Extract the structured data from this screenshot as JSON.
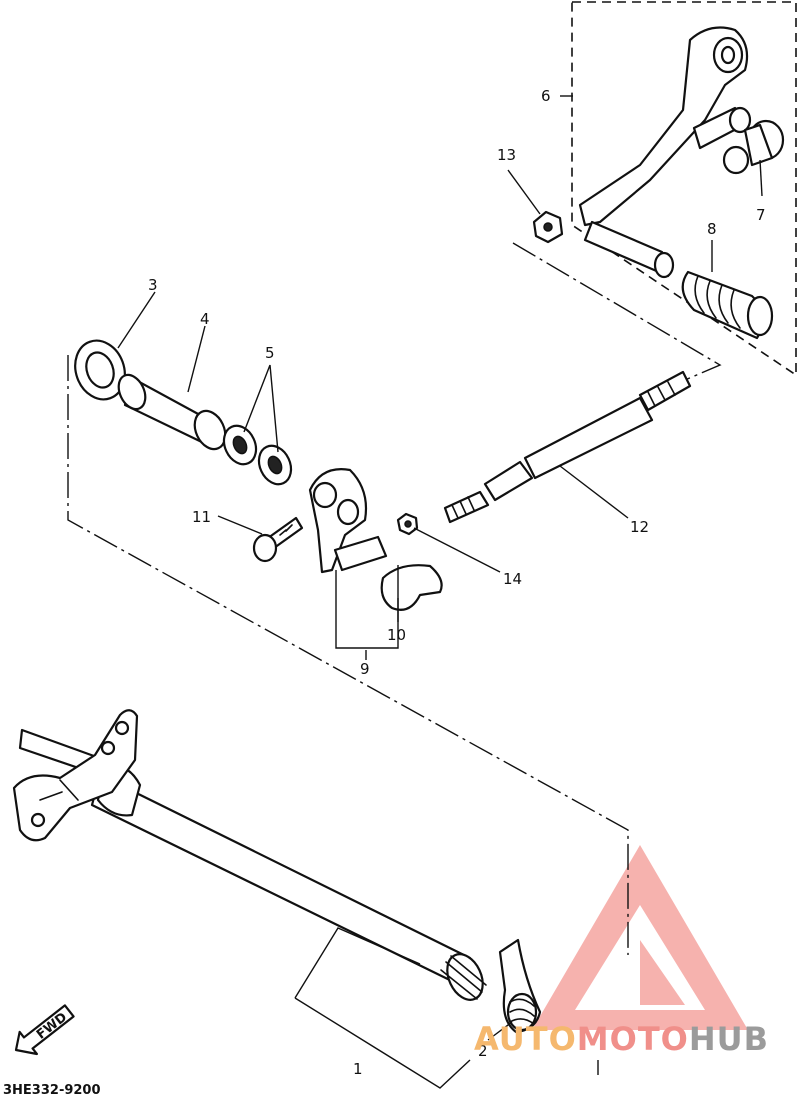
{
  "callouts": {
    "c1": "1",
    "c2": "2",
    "c3": "3",
    "c4": "4",
    "c5": "5",
    "c6": "6",
    "c7": "7",
    "c8": "8",
    "c9": "9",
    "c10": "10",
    "c11": "11",
    "c12": "12",
    "c13": "13",
    "c14": "14"
  },
  "fwd_label": "FWD",
  "diagram_code": "3HE332-9200",
  "watermark": {
    "part1": "AUTO",
    "part2": "MOTO",
    "part3": "HUB",
    "color": "#f08f8a"
  }
}
